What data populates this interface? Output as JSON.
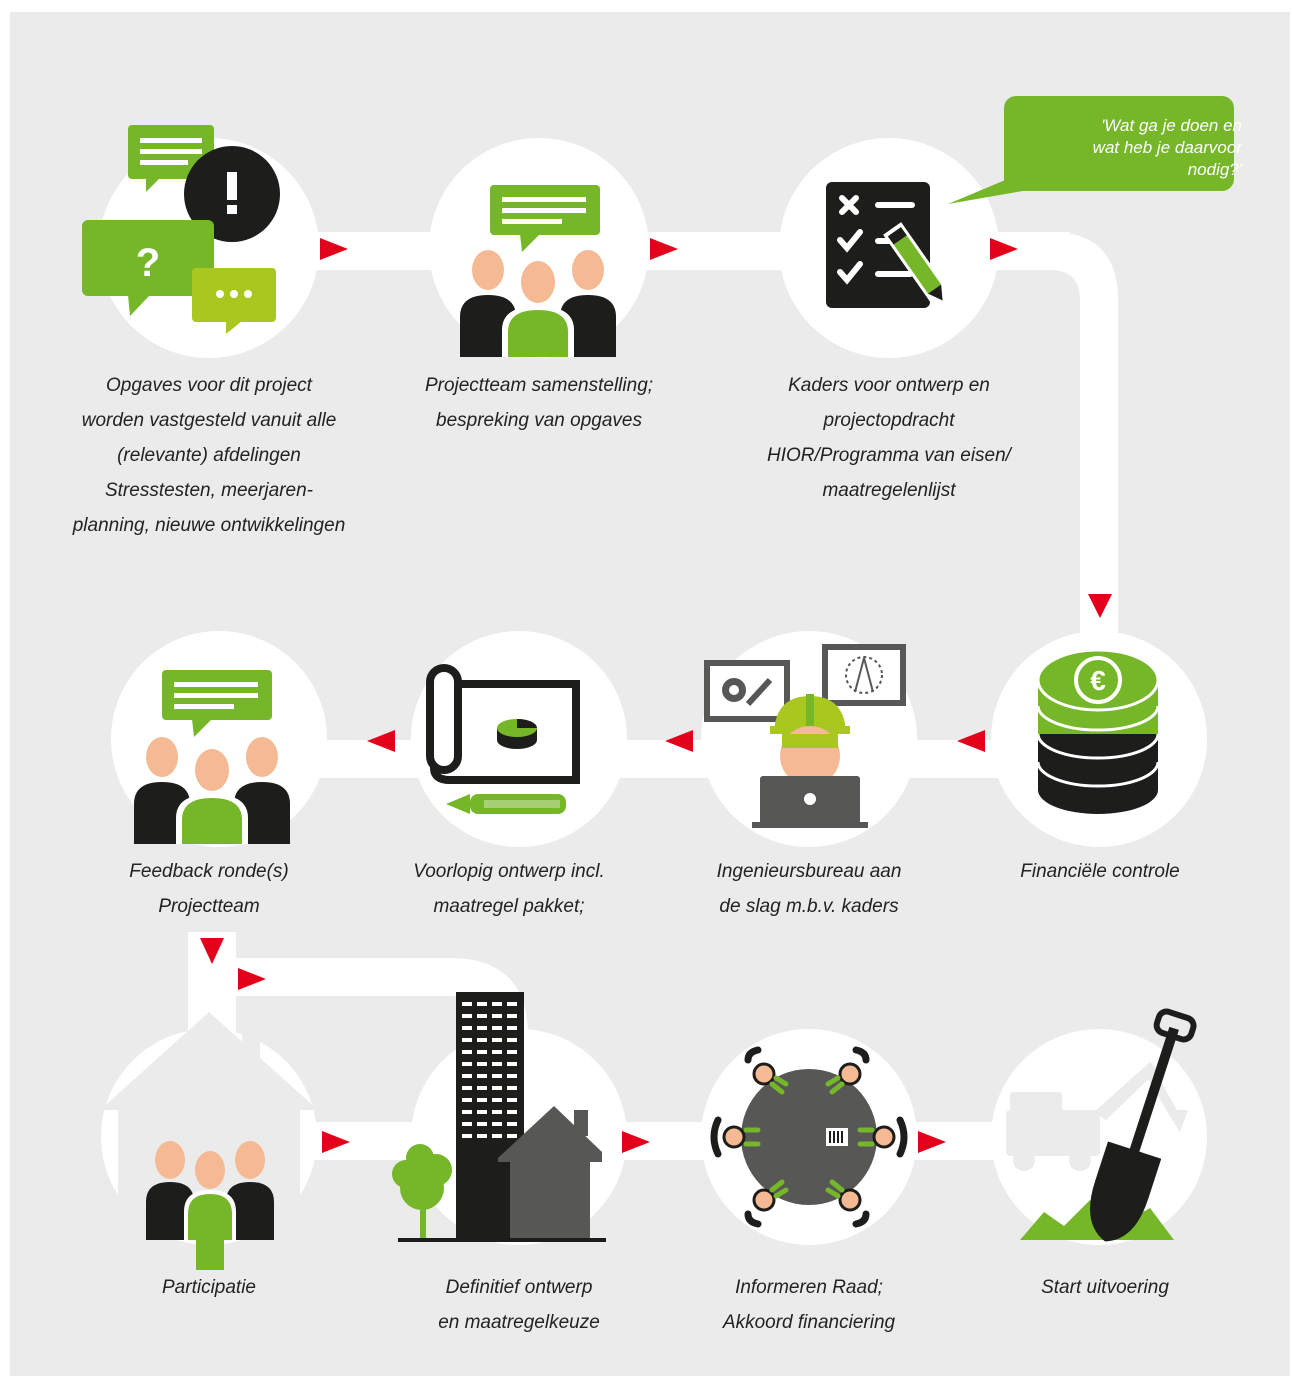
{
  "colors": {
    "background": "#ebebeb",
    "path": "#ffffff",
    "arrow": "#e3001b",
    "green": "#76b72a",
    "light_green": "#a8c81f",
    "dark": "#1d1d1b",
    "skin": "#f5b993",
    "grey": "#575756"
  },
  "quote_bubble": {
    "lines": [
      "'Wat ga je doen en",
      "wat heb je daarvoor",
      "nodig?'"
    ]
  },
  "steps": [
    {
      "icon": "speech-bubbles-icon",
      "lines": [
        "Opgaves voor dit project",
        "worden vastgesteld vanuit alle",
        "(relevante) afdelingen",
        "Stresstesten, meerjaren-",
        "planning, nieuwe ontwikkelingen"
      ]
    },
    {
      "icon": "project-team-icon",
      "lines": [
        "Projectteam samenstelling;",
        "bespreking van opgaves"
      ]
    },
    {
      "icon": "checklist-icon",
      "lines": [
        "Kaders voor ontwerp en",
        "projectopdracht",
        "HIOR/Programma van eisen/",
        "maatregelenlijst"
      ]
    },
    {
      "icon": "euro-coins-icon",
      "lines": [
        "Financiële controle"
      ]
    },
    {
      "icon": "engineer-icon",
      "lines": [
        "Ingenieursbureau aan",
        "de slag m.b.v. kaders"
      ]
    },
    {
      "icon": "blueprint-icon",
      "lines": [
        "Voorlopig ontwerp incl.",
        "maatregel pakket;"
      ]
    },
    {
      "icon": "feedback-team-icon",
      "lines": [
        "Feedback ronde(s)",
        "Projectteam"
      ]
    },
    {
      "icon": "participation-house-icon",
      "lines": [
        "Participatie"
      ]
    },
    {
      "icon": "city-tree-icon",
      "lines": [
        "Definitief ontwerp",
        "en maatregelkeuze"
      ]
    },
    {
      "icon": "council-table-icon",
      "lines": [
        "Informeren Raad;",
        "Akkoord financiering"
      ]
    },
    {
      "icon": "shovel-excavator-icon",
      "lines": [
        "Start uitvoering"
      ]
    }
  ]
}
